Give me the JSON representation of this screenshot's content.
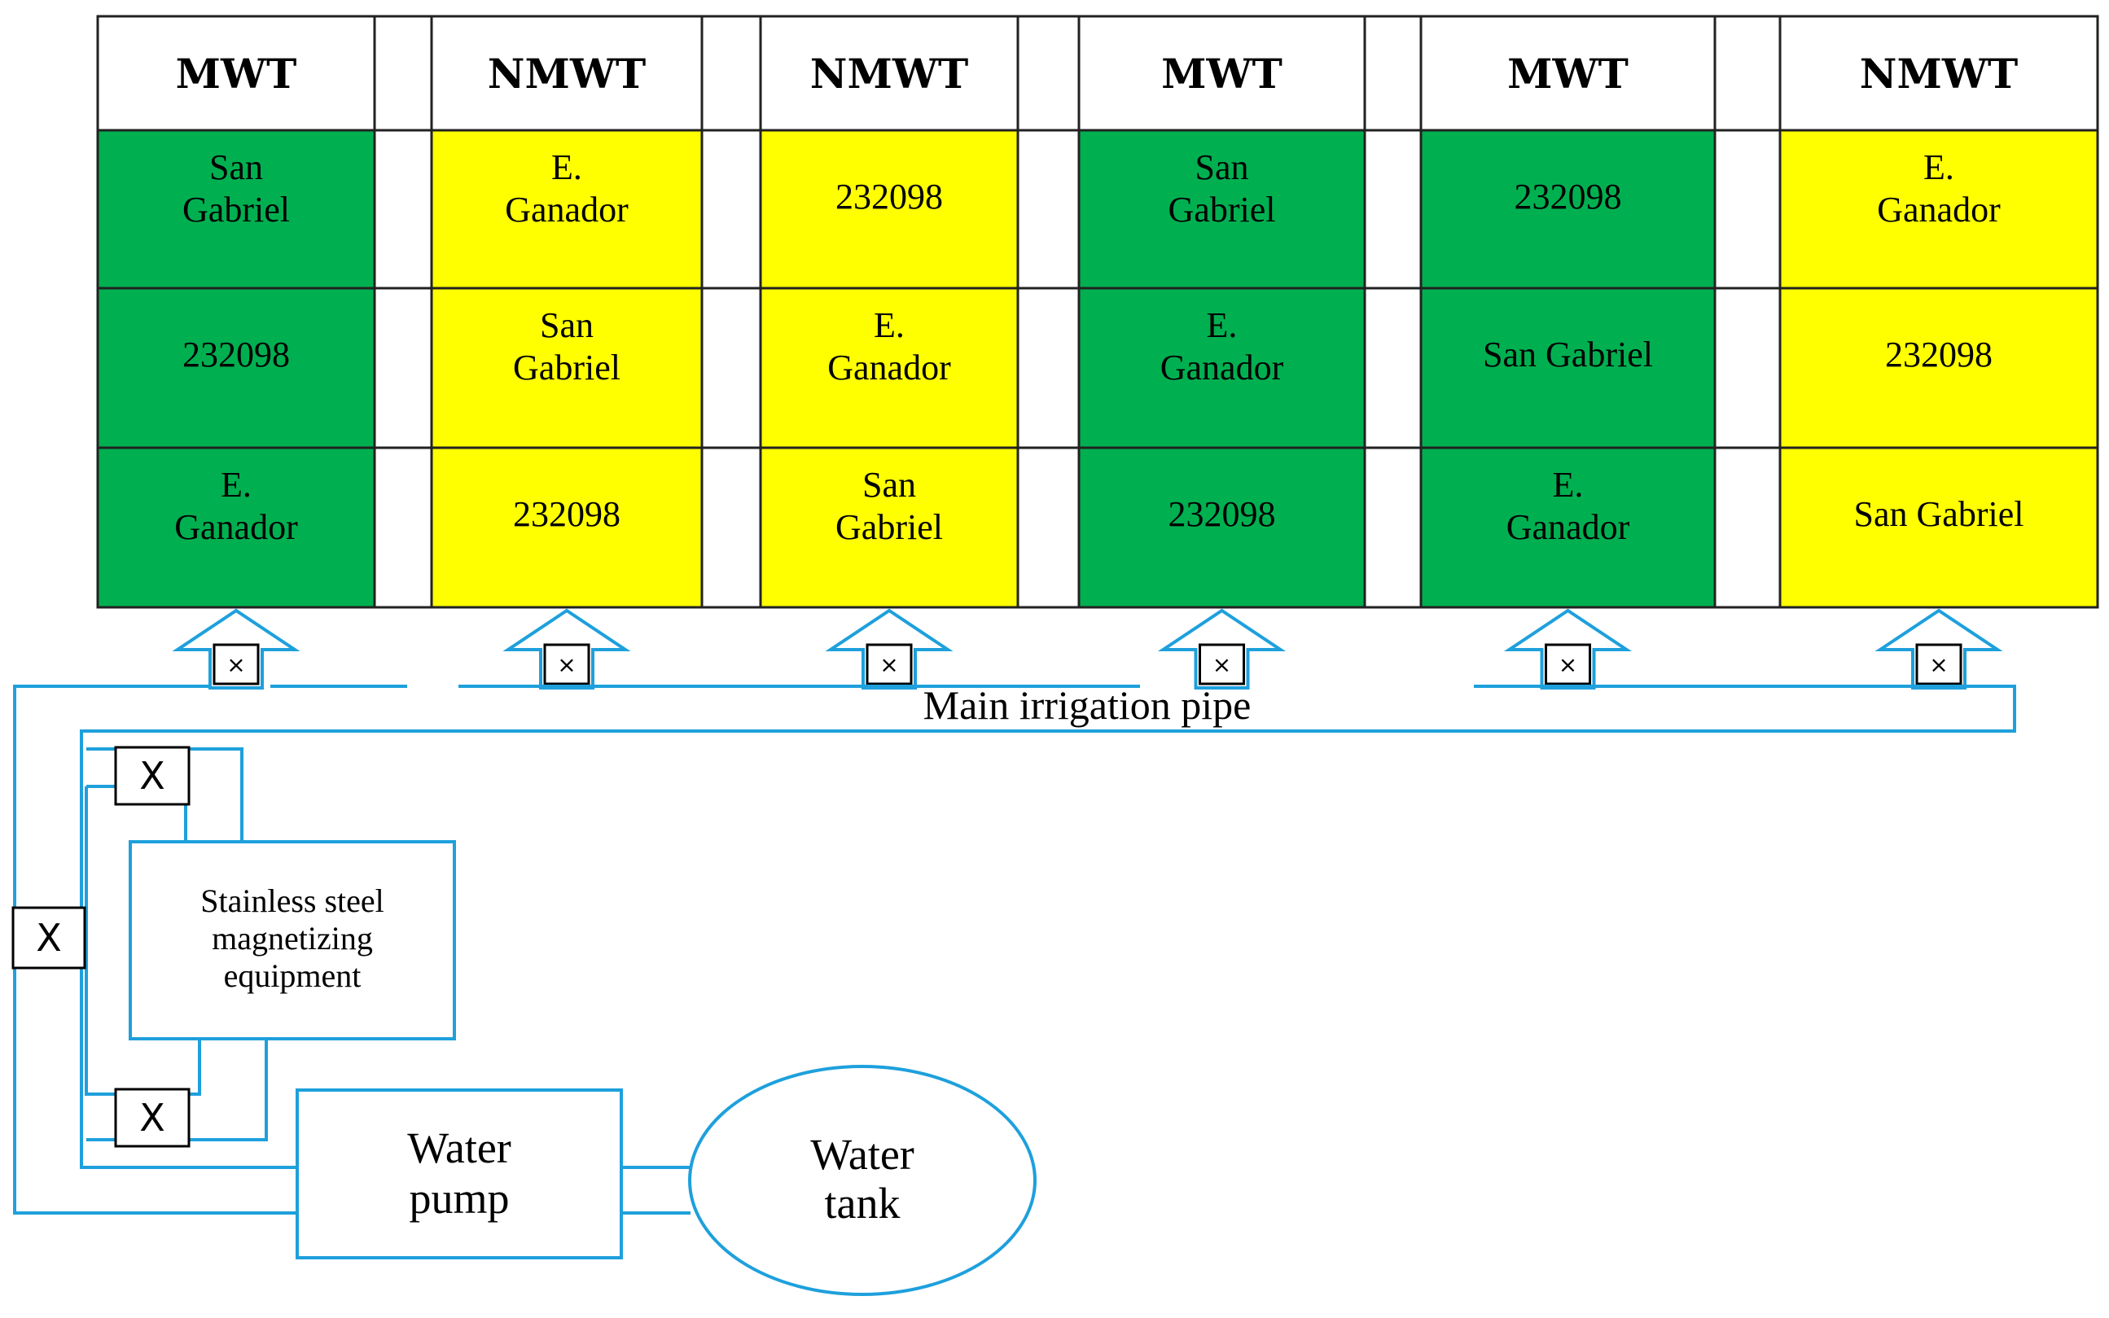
{
  "colors": {
    "mwt_fill": "#00b050",
    "nmwt_fill": "#ffff00",
    "pipe": "#1ea0dc",
    "grid_line": "#222222"
  },
  "columns": [
    {
      "header": "MWT",
      "treatment": "mwt",
      "cells": [
        [
          "San",
          "Gabriel"
        ],
        [
          "232098"
        ],
        [
          "E.",
          "Ganador"
        ]
      ]
    },
    {
      "header": "NMWT",
      "treatment": "nmwt",
      "cells": [
        [
          "E.",
          "Ganador"
        ],
        [
          "San",
          "Gabriel"
        ],
        [
          "232098"
        ]
      ]
    },
    {
      "header": "NMWT",
      "treatment": "nmwt",
      "cells": [
        [
          "232098"
        ],
        [
          "E.",
          "Ganador"
        ],
        [
          "San",
          "Gabriel"
        ]
      ]
    },
    {
      "header": "MWT",
      "treatment": "mwt",
      "cells": [
        [
          "San",
          "Gabriel"
        ],
        [
          "E.",
          "Ganador"
        ],
        [
          "232098"
        ]
      ]
    },
    {
      "header": "MWT",
      "treatment": "mwt",
      "cells": [
        [
          "232098"
        ],
        [
          "San Gabriel"
        ],
        [
          "E.",
          "Ganador"
        ]
      ]
    },
    {
      "header": "NMWT",
      "treatment": "nmwt",
      "cells": [
        [
          "E.",
          "Ganador"
        ],
        [
          "232098"
        ],
        [
          "San Gabriel"
        ]
      ]
    }
  ],
  "labels": {
    "main_pipe": "Main irrigation pipe",
    "magnetizer": [
      "Stainless steel",
      "magnetizing",
      "equipment"
    ],
    "pump": [
      "Water",
      "pump"
    ],
    "tank": [
      "Water",
      "tank"
    ]
  },
  "valve_symbol": "X",
  "valve_symbol_small": "×"
}
